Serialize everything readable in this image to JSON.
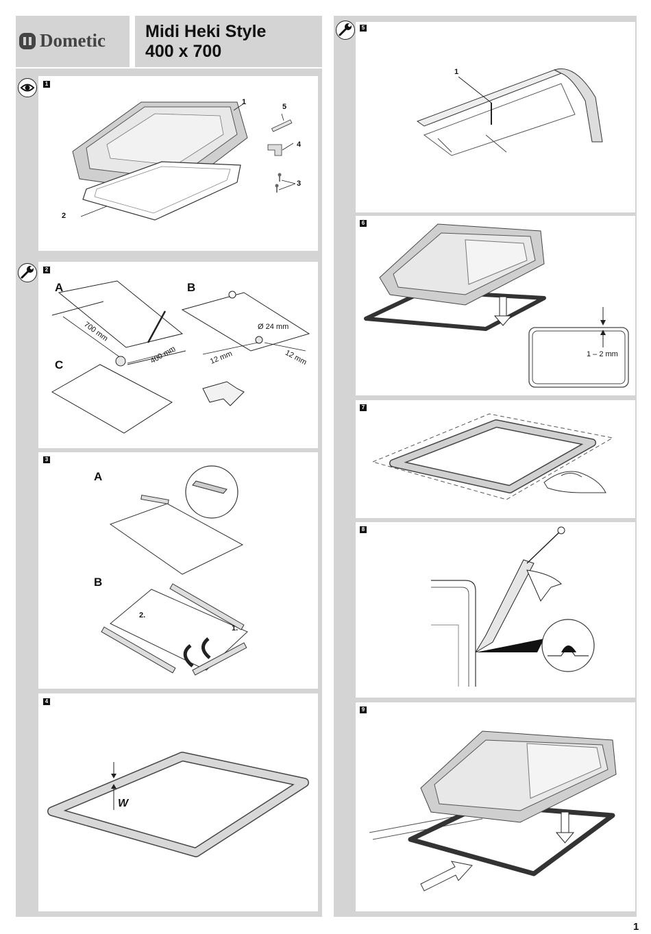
{
  "brand": {
    "name": "Dometic"
  },
  "title": {
    "line1": "Midi Heki Style",
    "line2": "400 x 700"
  },
  "page_number": "1",
  "steps": {
    "s1": {
      "number": "1",
      "icon": "eye-icon",
      "callouts": [
        "1",
        "2",
        "3",
        "4",
        "5"
      ]
    },
    "s2": {
      "number": "2",
      "icon": "wrench-icon",
      "sub_a": "A",
      "sub_b": "B",
      "sub_c": "C",
      "dim_700": "700 mm",
      "dim_400": "400 mm",
      "dim_24": "Ø 24 mm",
      "dim_12a": "12 mm",
      "dim_12b": "12 mm"
    },
    "s3": {
      "number": "3",
      "sub_a": "A",
      "sub_b": "B",
      "step_1": "1.",
      "step_2": "2."
    },
    "s4": {
      "number": "4",
      "width_label": "W"
    },
    "s5": {
      "number": "5",
      "icon": "wrench-icon",
      "callout": "1"
    },
    "s6": {
      "number": "6",
      "dim": "1 – 2 mm"
    },
    "s7": {
      "number": "7"
    },
    "s8": {
      "number": "8"
    },
    "s9": {
      "number": "9"
    }
  }
}
